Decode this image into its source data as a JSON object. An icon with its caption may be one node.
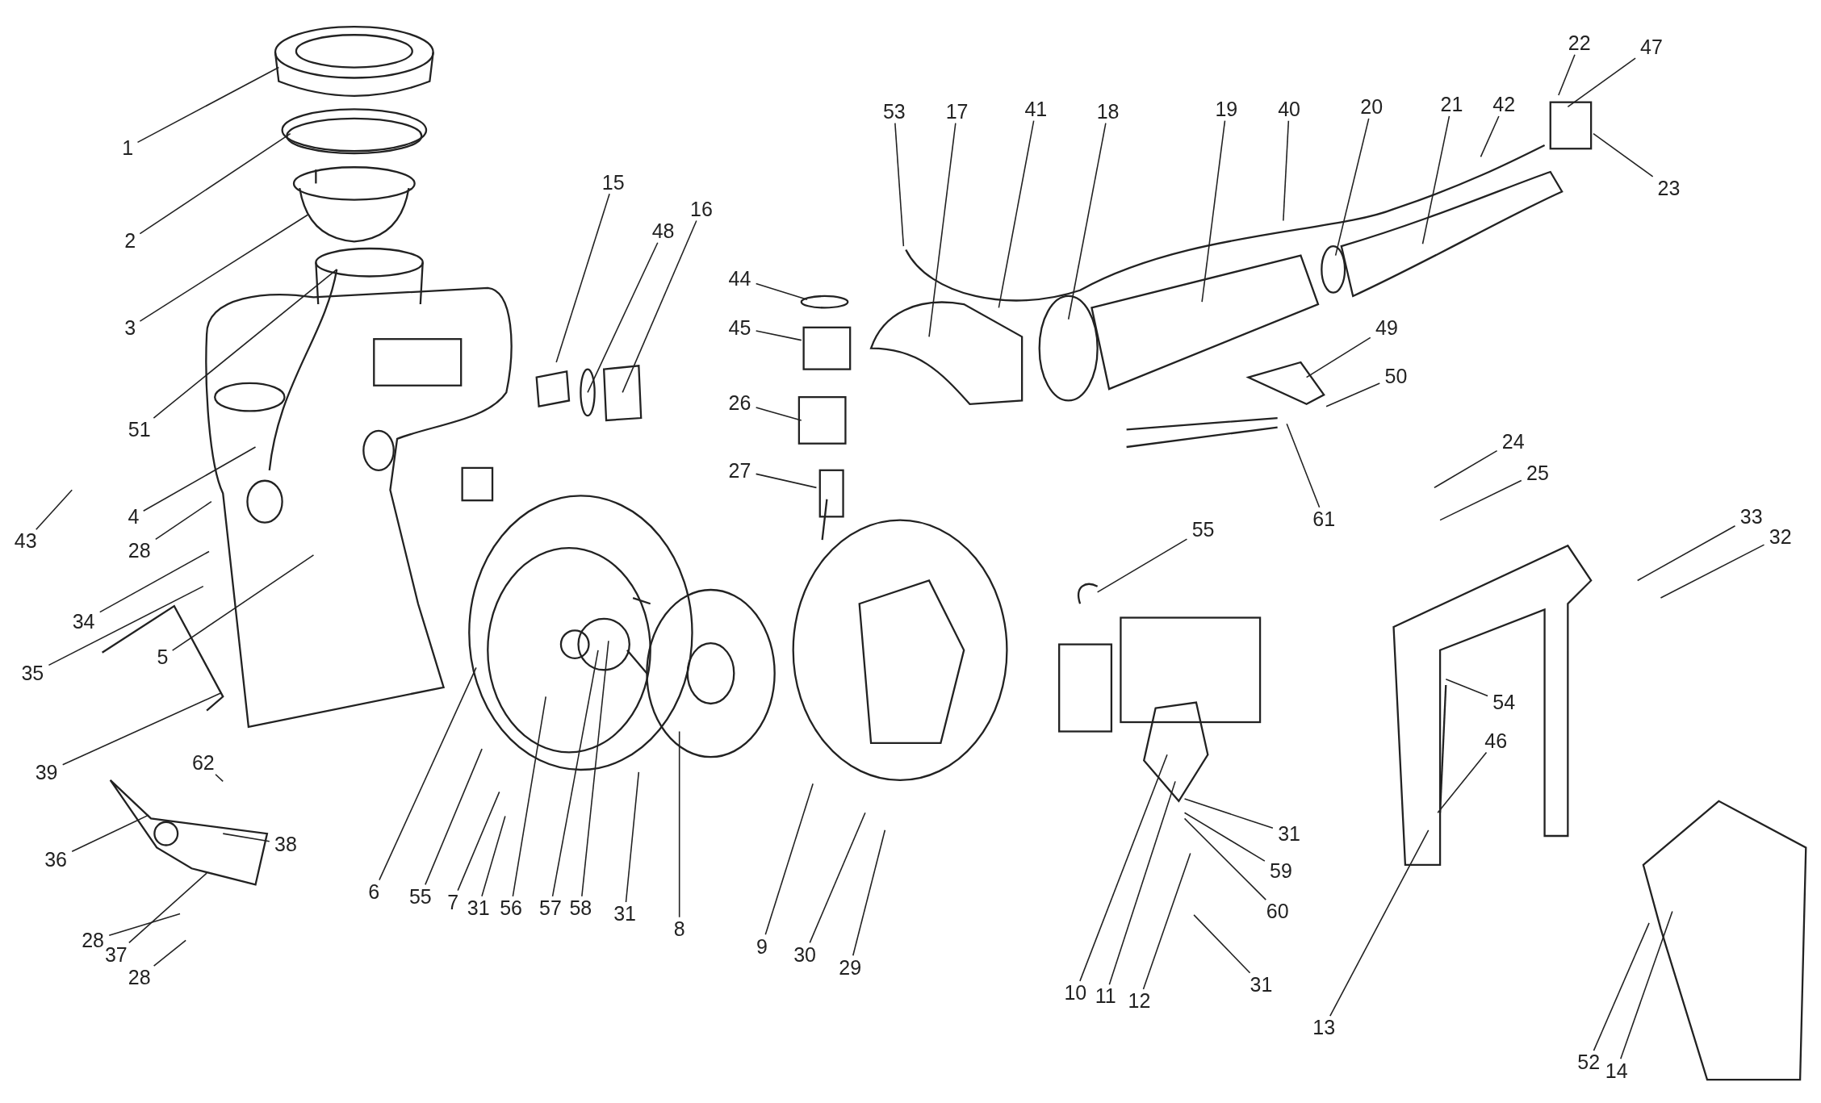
{
  "diagram": {
    "nodes": [
      {
        "text": [
          "1"
        ]
      },
      {
        "text": [
          "2"
        ]
      },
      {
        "text": [
          "3"
        ]
      },
      {
        "text": [
          "51"
        ]
      },
      {
        "text": [
          "4"
        ]
      },
      {
        "text": [
          "43"
        ]
      },
      {
        "text": [
          "28"
        ]
      },
      {
        "text": [
          "34"
        ]
      },
      {
        "text": [
          "35"
        ]
      },
      {
        "text": [
          "5"
        ]
      },
      {
        "text": [
          "39"
        ]
      },
      {
        "text": [
          "36"
        ]
      },
      {
        "text": [
          "62"
        ]
      },
      {
        "text": [
          "38"
        ]
      },
      {
        "text": [
          "28"
        ]
      },
      {
        "text": [
          "37"
        ]
      },
      {
        "text": [
          "28"
        ]
      },
      {
        "text": [
          "6"
        ]
      },
      {
        "text": [
          "55"
        ]
      },
      {
        "text": [
          "7"
        ]
      },
      {
        "text": [
          "31"
        ]
      },
      {
        "text": [
          "56"
        ]
      },
      {
        "text": [
          "57"
        ]
      },
      {
        "text": [
          "58"
        ]
      },
      {
        "text": [
          "31"
        ]
      },
      {
        "text": [
          "8"
        ]
      },
      {
        "text": [
          "9"
        ]
      },
      {
        "text": [
          "30"
        ]
      },
      {
        "text": [
          "29"
        ]
      },
      {
        "text": [
          "15"
        ]
      },
      {
        "text": [
          "48"
        ]
      },
      {
        "text": [
          "16"
        ]
      },
      {
        "text": [
          "44"
        ]
      },
      {
        "text": [
          "45"
        ]
      },
      {
        "text": [
          "26"
        ]
      },
      {
        "text": [
          "27"
        ]
      },
      {
        "text": [
          "53"
        ]
      },
      {
        "text": [
          "17"
        ]
      },
      {
        "text": [
          "41"
        ]
      },
      {
        "text": [
          "18"
        ]
      },
      {
        "text": [
          "19"
        ]
      },
      {
        "text": [
          "40"
        ]
      },
      {
        "text": [
          "20"
        ]
      },
      {
        "text": [
          "21"
        ]
      },
      {
        "text": [
          "42"
        ]
      },
      {
        "text": [
          "22"
        ]
      },
      {
        "text": [
          "47"
        ]
      },
      {
        "text": [
          "23"
        ]
      },
      {
        "text": [
          "49"
        ]
      },
      {
        "text": [
          "50"
        ]
      },
      {
        "text": [
          "61"
        ]
      },
      {
        "text": [
          "24"
        ]
      },
      {
        "text": [
          "25"
        ]
      },
      {
        "text": [
          "33"
        ]
      },
      {
        "text": [
          "32"
        ]
      },
      {
        "text": [
          "55"
        ]
      },
      {
        "text": [
          "54"
        ]
      },
      {
        "text": [
          "46"
        ]
      },
      {
        "text": [
          "13"
        ]
      },
      {
        "text": [
          "31"
        ]
      },
      {
        "text": [
          "59"
        ]
      },
      {
        "text": [
          "60"
        ]
      },
      {
        "text": [
          "10"
        ]
      },
      {
        "text": [
          "11"
        ]
      },
      {
        "text": [
          "12"
        ]
      },
      {
        "text": [
          "31"
        ]
      },
      {
        "text": [
          "52"
        ]
      },
      {
        "text": [
          "14"
        ]
      }
    ],
    "edges": [
      {
        "from": 0,
        "to": null,
        "arrow": "none"
      },
      {
        "from": 1,
        "to": null,
        "arrow": "none"
      },
      {
        "from": 2,
        "to": null,
        "arrow": "none"
      },
      {
        "from": 3,
        "to": null,
        "arrow": "none"
      },
      {
        "from": 4,
        "to": null,
        "arrow": "none"
      },
      {
        "from": 5,
        "to": null,
        "arrow": "none"
      },
      {
        "from": 6,
        "to": null,
        "arrow": "none"
      },
      {
        "from": 7,
        "to": null,
        "arrow": "none"
      },
      {
        "from": 8,
        "to": null,
        "arrow": "none"
      },
      {
        "from": 9,
        "to": null,
        "arrow": "none"
      },
      {
        "from": 10,
        "to": null,
        "arrow": "none"
      },
      {
        "from": 11,
        "to": null,
        "arrow": "none"
      },
      {
        "from": 12,
        "to": null,
        "arrow": "none"
      },
      {
        "from": 13,
        "to": null,
        "arrow": "none"
      },
      {
        "from": 14,
        "to": null,
        "arrow": "none"
      },
      {
        "from": 15,
        "to": null,
        "arrow": "none"
      },
      {
        "from": 16,
        "to": null,
        "arrow": "none"
      },
      {
        "from": 17,
        "to": null,
        "arrow": "none"
      },
      {
        "from": 18,
        "to": null,
        "arrow": "none"
      },
      {
        "from": 19,
        "to": null,
        "arrow": "none"
      },
      {
        "from": 20,
        "to": null,
        "arrow": "none"
      },
      {
        "from": 21,
        "to": null,
        "arrow": "none"
      },
      {
        "from": 22,
        "to": null,
        "arrow": "none"
      },
      {
        "from": 23,
        "to": null,
        "arrow": "none"
      },
      {
        "from": 24,
        "to": null,
        "arrow": "none"
      },
      {
        "from": 25,
        "to": null,
        "arrow": "none"
      },
      {
        "from": 26,
        "to": null,
        "arrow": "none"
      },
      {
        "from": 27,
        "to": null,
        "arrow": "none"
      },
      {
        "from": 28,
        "to": null,
        "arrow": "none"
      },
      {
        "from": 29,
        "to": null,
        "arrow": "none"
      },
      {
        "from": 30,
        "to": null,
        "arrow": "none"
      },
      {
        "from": 31,
        "to": null,
        "arrow": "none"
      },
      {
        "from": 32,
        "to": null,
        "arrow": "none"
      },
      {
        "from": 33,
        "to": null,
        "arrow": "none"
      },
      {
        "from": 34,
        "to": null,
        "arrow": "none"
      },
      {
        "from": 35,
        "to": null,
        "arrow": "none"
      },
      {
        "from": 36,
        "to": null,
        "arrow": "none"
      },
      {
        "from": 37,
        "to": null,
        "arrow": "none"
      },
      {
        "from": 38,
        "to": null,
        "arrow": "none"
      },
      {
        "from": 39,
        "to": null,
        "arrow": "none"
      },
      {
        "from": 40,
        "to": null,
        "arrow": "none"
      },
      {
        "from": 41,
        "to": null,
        "arrow": "none"
      },
      {
        "from": 42,
        "to": null,
        "arrow": "none"
      },
      {
        "from": 43,
        "to": null,
        "arrow": "none"
      },
      {
        "from": 44,
        "to": null,
        "arrow": "none"
      },
      {
        "from": 45,
        "to": null,
        "arrow": "none"
      },
      {
        "from": 46,
        "to": null,
        "arrow": "none"
      },
      {
        "from": 47,
        "to": null,
        "arrow": "none"
      },
      {
        "from": 48,
        "to": null,
        "arrow": "none"
      },
      {
        "from": 49,
        "to": null,
        "arrow": "none"
      },
      {
        "from": 50,
        "to": null,
        "arrow": "none"
      },
      {
        "from": 51,
        "to": null,
        "arrow": "none"
      },
      {
        "from": 52,
        "to": null,
        "arrow": "none"
      },
      {
        "from": 53,
        "to": null,
        "arrow": "none"
      },
      {
        "from": 54,
        "to": null,
        "arrow": "none"
      },
      {
        "from": 55,
        "to": null,
        "arrow": "none"
      },
      {
        "from": 56,
        "to": null,
        "arrow": "none"
      },
      {
        "from": 57,
        "to": null,
        "arrow": "none"
      },
      {
        "from": 58,
        "to": null,
        "arrow": "none"
      },
      {
        "from": 59,
        "to": null,
        "arrow": "none"
      },
      {
        "from": 60,
        "to": null,
        "arrow": "none"
      },
      {
        "from": 61,
        "to": null,
        "arrow": "none"
      },
      {
        "from": 62,
        "to": null,
        "arrow": "none"
      },
      {
        "from": 63,
        "to": null,
        "arrow": "none"
      },
      {
        "from": 64,
        "to": null,
        "arrow": "none"
      },
      {
        "from": 65,
        "to": null,
        "arrow": "none"
      },
      {
        "from": 66,
        "to": null,
        "arrow": "none"
      },
      {
        "from": 67,
        "to": null,
        "arrow": "none"
      }
    ]
  }
}
